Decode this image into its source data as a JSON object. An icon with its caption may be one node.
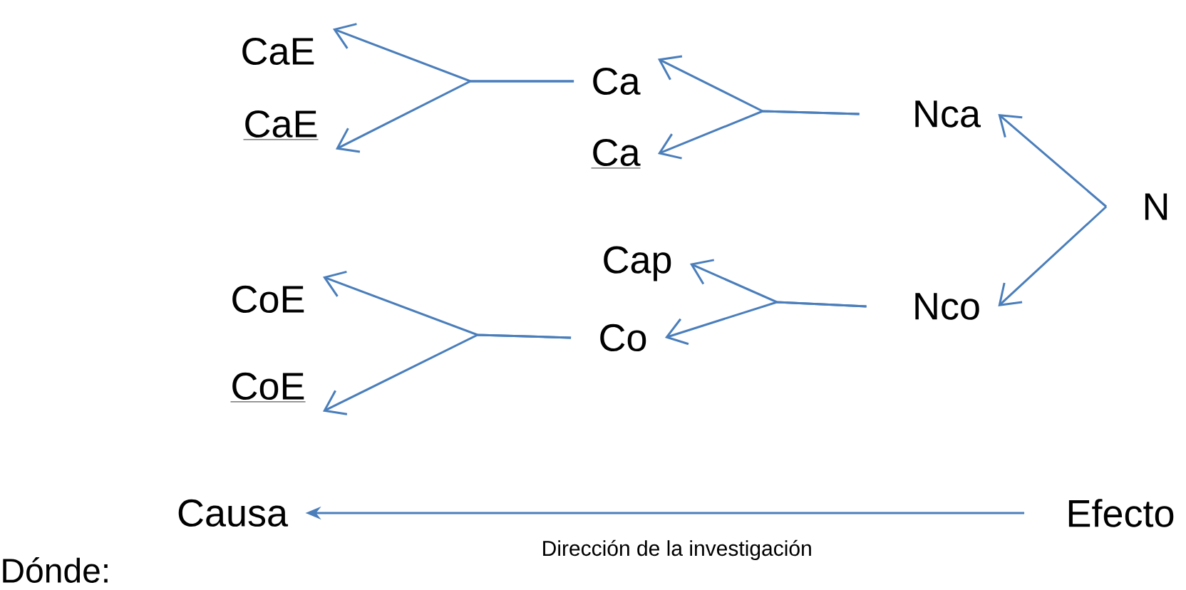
{
  "diagram": {
    "nodes": [
      {
        "text": [
          "CaE"
        ]
      },
      {
        "text": [
          "CaE"
        ]
      },
      {
        "text": [
          "Ca"
        ]
      },
      {
        "text": [
          "Ca"
        ]
      },
      {
        "text": [
          "Nca"
        ]
      },
      {
        "text": [
          "N"
        ]
      },
      {
        "text": [
          "Cap"
        ]
      },
      {
        "text": [
          "Co"
        ]
      },
      {
        "text": [
          "CoE"
        ]
      },
      {
        "text": [
          "CoE"
        ]
      },
      {
        "text": [
          "Nco"
        ]
      },
      {
        "text": [
          "Causa"
        ]
      },
      {
        "text": [
          "Efecto"
        ]
      }
    ],
    "edges": [
      {
        "from": 5,
        "to": 4,
        "arrow": "to"
      },
      {
        "from": 5,
        "to": 10,
        "arrow": "to"
      },
      {
        "from": 4,
        "to": 2,
        "arrow": "to"
      },
      {
        "from": 4,
        "to": 3,
        "arrow": "to"
      },
      {
        "from": 2,
        "to": 0,
        "arrow": "to"
      },
      {
        "from": 2,
        "to": 1,
        "arrow": "to"
      },
      {
        "from": 10,
        "to": 6,
        "arrow": "to"
      },
      {
        "from": 10,
        "to": 7,
        "arrow": "to"
      },
      {
        "from": 7,
        "to": 8,
        "arrow": "to"
      },
      {
        "from": 7,
        "to": 9,
        "arrow": "to"
      },
      {
        "from": 12,
        "to": 11,
        "arrow": "to",
        "label": "Dirección de la investigación"
      }
    ],
    "labels": [
      "Dónde:"
    ]
  }
}
